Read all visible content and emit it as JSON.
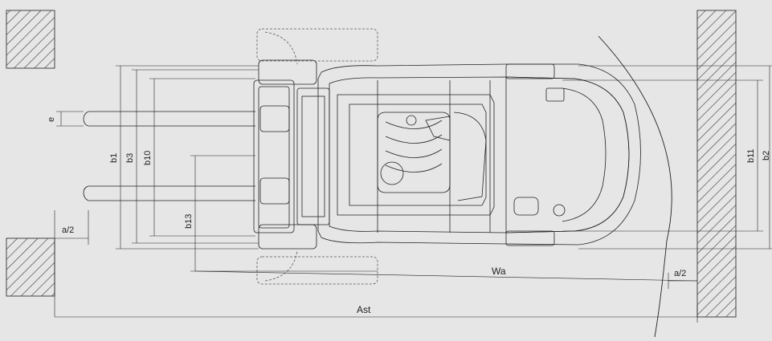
{
  "colors": {
    "background": "#e6e6e6",
    "line": "#222222",
    "hatch": "#444444",
    "dashed": "#555555"
  },
  "labels": {
    "e": "e",
    "b1": "b1",
    "b3": "b3",
    "b10": "b10",
    "b13": "b13",
    "b11": "b11",
    "b2": "b2",
    "a_half_left": "a/2",
    "a_half_right": "a/2",
    "Wa": "Wa",
    "Ast": "Ast"
  }
}
